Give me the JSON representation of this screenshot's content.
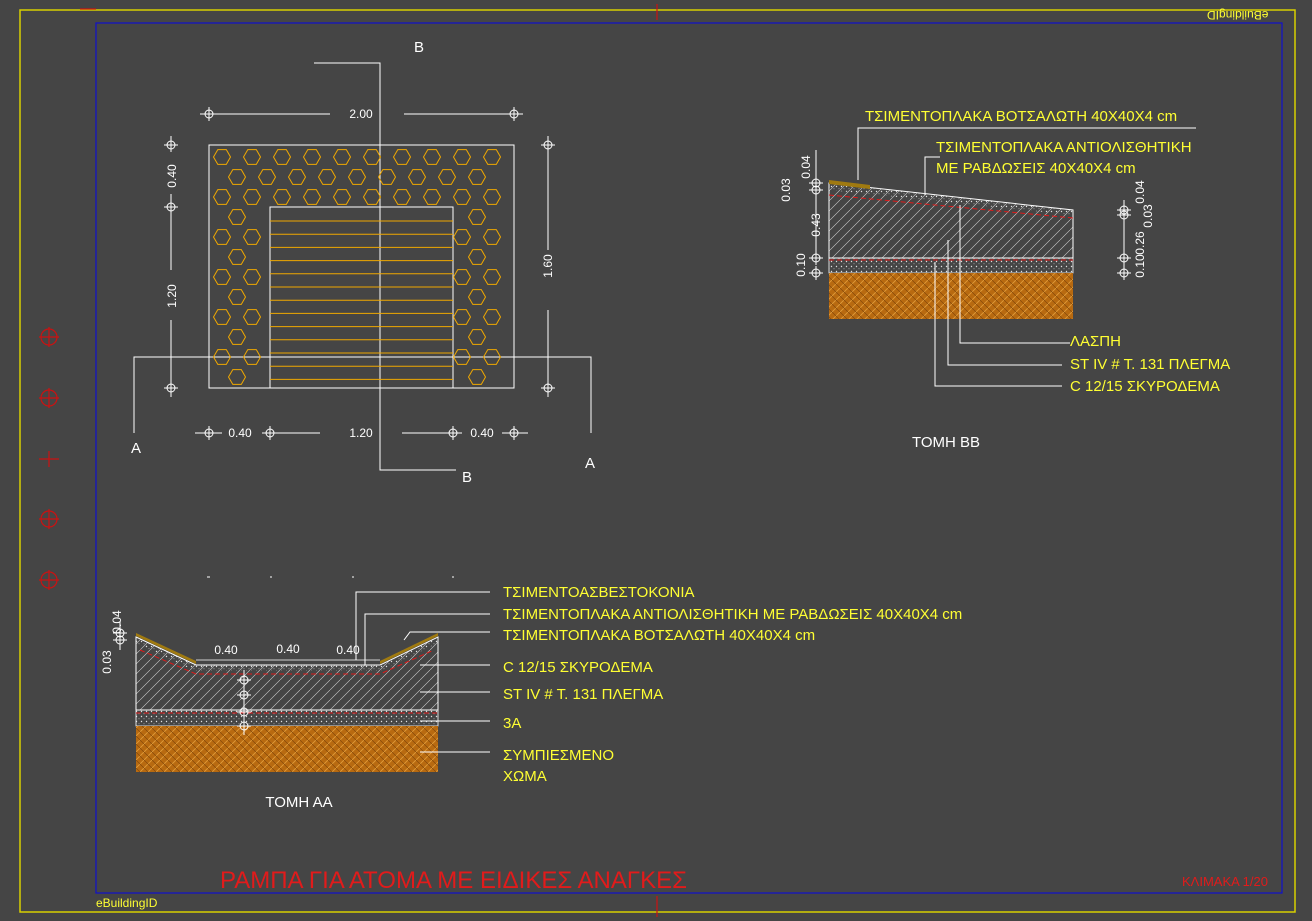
{
  "watermark_top": "eBuildingID",
  "watermark_bottom": "eBuildingID",
  "title": "ΡΑΜΠΑ ΓΙΑ ΑΤΟΜΑ ΜΕ ΕΙΔΙΚΕΣ ΑΝΑΓΚΕΣ",
  "scale": "ΚΛΙΜΑΚΑ 1/20",
  "plan": {
    "section_b": "B",
    "section_a": "A",
    "dim_top_width": "2.00",
    "dim_left_top": "0.40",
    "dim_left_bottom": "1.20",
    "dim_right": "1.60",
    "dim_bottom_left": "0.40",
    "dim_bottom_mid": "1.20",
    "dim_bottom_right": "0.40"
  },
  "section_bb": {
    "caption": "ΤΟΜΗ  ΒΒ",
    "labels": [
      "ΤΣΙΜΕΝΤΟΠΛΑΚΑ ΒΟΤΣΑΛΩΤΗ 40Χ40Χ4 cm",
      "ΤΣΙΜΕΝΤΟΠΛΑΚΑ ΑΝΤΙΟΛΙΣΘΗΤΙΚΗ",
      "ΜΕ ΡΑΒΔΩΣΕΙΣ 40Χ40Χ4 cm",
      "ΛΑΣΠΗ",
      "ST IV # T. 131 ΠΛΕΓΜΑ",
      "C 12/15 ΣΚΥΡΟΔΕΜΑ"
    ],
    "dims_left": [
      "0.04",
      "0.03",
      "0.43",
      "0.10"
    ],
    "dims_right": [
      "0.04",
      "0.03",
      "0.26",
      "0.10"
    ]
  },
  "section_aa": {
    "caption": "ΤΟΜΗ  ΑΑ",
    "labels": [
      "ΤΣΙΜΕΝΤΟΑΣΒΕΣΤΟΚΟΝΙΑ",
      "ΤΣΙΜΕΝΤΟΠΛΑΚΑ ΑΝΤΙΟΛΙΣΘΗΤΙΚΗ ΜΕ ΡΑΒΔΩΣΕΙΣ 40Χ40Χ4 cm",
      "ΤΣΙΜΕΝΤΟΠΛΑΚΑ ΒΟΤΣΑΛΩΤΗ 40Χ40Χ4 cm",
      "C 12/15 ΣΚΥΡΟΔΕΜΑ",
      "ST IV # T. 131 ΠΛΕΓΜΑ",
      "3Α",
      "ΣΥΜΠΙΕΣΜΕΝΟ",
      "ΧΩΜΑ"
    ],
    "dims_top": [
      "0.40",
      "0.40",
      "0.40"
    ],
    "dims_left": [
      "0.04",
      "0.03"
    ]
  },
  "colors": {
    "background": "#454545",
    "frame_yellow": "#d8d000",
    "viewport_blue": "#1010cc",
    "label_yellow": "#ffff33",
    "title_red": "#e11b1b",
    "soil_orange": "#b86a10"
  }
}
